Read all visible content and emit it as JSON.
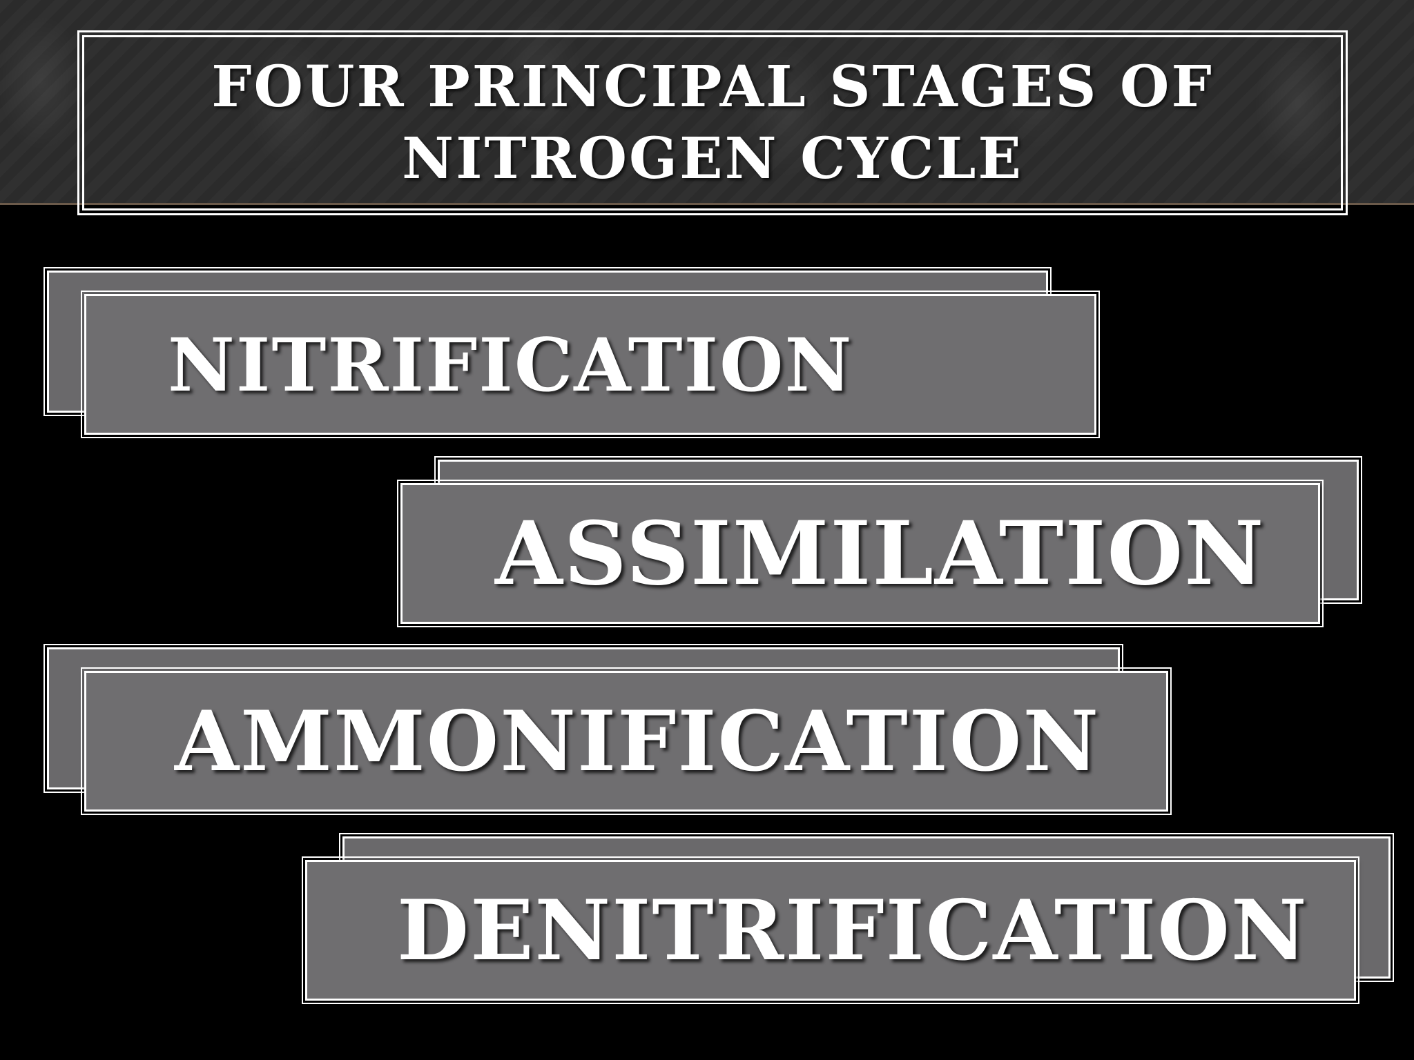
{
  "slide": {
    "title_line1": "FOUR PRINCIPAL STAGES OF",
    "title_line2": "NITROGEN CYCLE"
  },
  "stages": [
    {
      "label": "NITRIFICATION"
    },
    {
      "label": "ASSIMILATION"
    },
    {
      "label": "AMMONIFICATION"
    },
    {
      "label": "DENITRIFICATION"
    }
  ],
  "colors": {
    "background": "#000000",
    "panel_fill": "#6f6e70",
    "text": "#ffffff"
  }
}
